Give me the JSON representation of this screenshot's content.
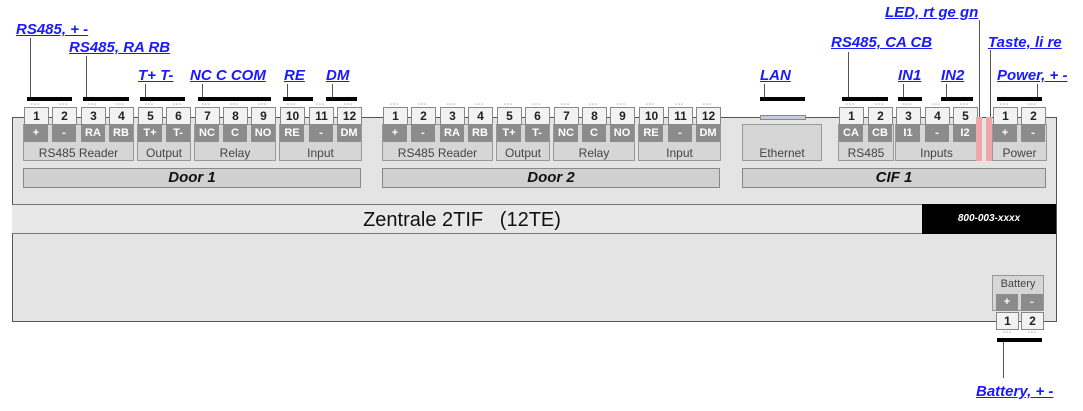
{
  "callouts": {
    "rs485_pm": "RS485, + -",
    "rs485_rarb": "RS485, RA RB",
    "tpm": "T+ T-",
    "nc_c_com": "NC C COM",
    "re": "RE",
    "dm": "DM",
    "lan": "LAN",
    "rs485_cacb": "RS485, CA CB",
    "led": "LED, rt ge gn",
    "taste": "Taste, li re",
    "in1": "IN1",
    "in2": "IN2",
    "power": "Power, + -",
    "battery": "Battery, + -"
  },
  "door_terminals": [
    {
      "num": "1",
      "label": "+"
    },
    {
      "num": "2",
      "label": "-"
    },
    {
      "num": "3",
      "label": "RA"
    },
    {
      "num": "4",
      "label": "RB"
    },
    {
      "num": "5",
      "label": "T+"
    },
    {
      "num": "6",
      "label": "T-"
    },
    {
      "num": "7",
      "label": "NC"
    },
    {
      "num": "8",
      "label": "C"
    },
    {
      "num": "9",
      "label": "NO"
    },
    {
      "num": "10",
      "label": "RE"
    },
    {
      "num": "11",
      "label": "-"
    },
    {
      "num": "12",
      "label": "DM"
    }
  ],
  "door_groups": [
    "RS485 Reader",
    "Output",
    "Relay",
    "Input"
  ],
  "doors": [
    "Door 1",
    "Door 2"
  ],
  "cif": {
    "terminals": [
      {
        "num": "1",
        "label": "CA"
      },
      {
        "num": "2",
        "label": "CB"
      },
      {
        "num": "3",
        "label": "I1"
      },
      {
        "num": "4",
        "label": "-"
      },
      {
        "num": "5",
        "label": "I2"
      }
    ],
    "power_terminals": [
      {
        "num": "1",
        "label": "+"
      },
      {
        "num": "2",
        "label": "-"
      }
    ],
    "groups": [
      "Ethernet",
      "RS485",
      "Inputs",
      "Power"
    ],
    "title": "CIF 1"
  },
  "device_title": "Zentrale 2TIF   (12TE)",
  "part_number": "800-003-xxxx",
  "battery": {
    "label": "Battery",
    "terminals": [
      {
        "num": "1",
        "label": "+"
      },
      {
        "num": "2",
        "label": "-"
      }
    ]
  }
}
